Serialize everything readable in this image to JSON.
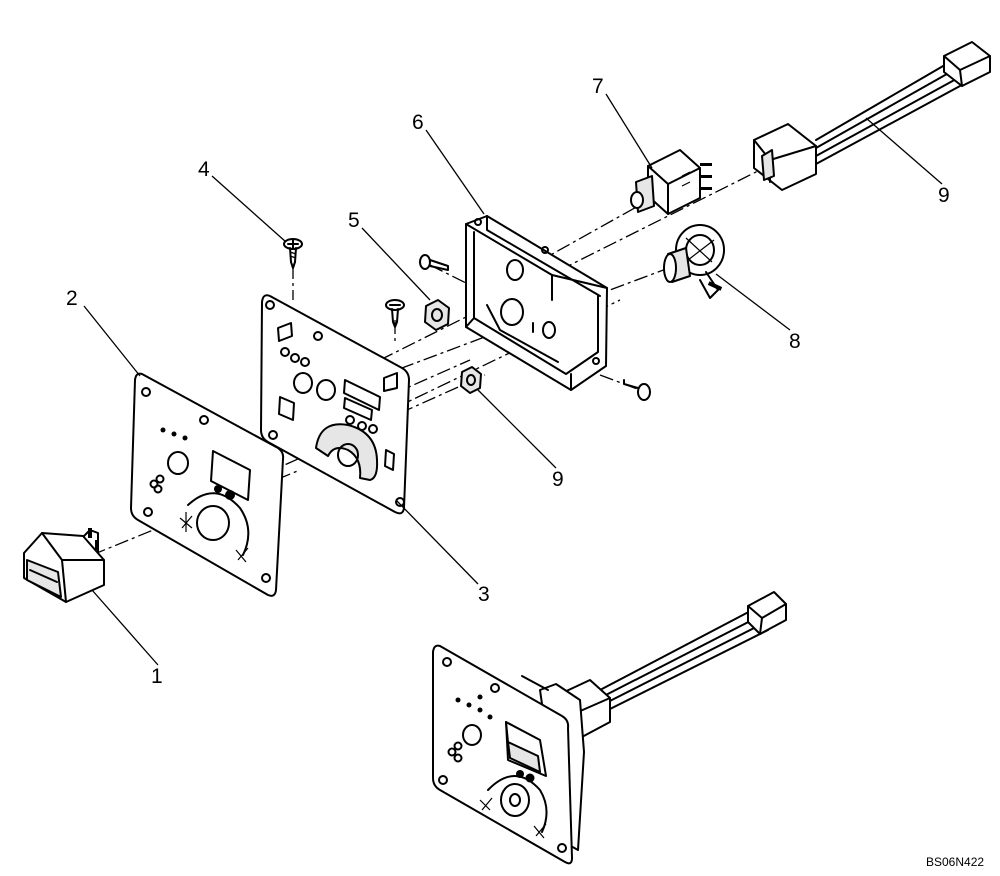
{
  "diagram": {
    "drawing_code": "BS06N422",
    "callouts": [
      {
        "id": "1",
        "text": "1"
      },
      {
        "id": "2",
        "text": "2"
      },
      {
        "id": "3",
        "text": "3"
      },
      {
        "id": "4",
        "text": "4"
      },
      {
        "id": "5",
        "text": "5"
      },
      {
        "id": "6",
        "text": "6"
      },
      {
        "id": "7",
        "text": "7"
      },
      {
        "id": "8",
        "text": "8"
      },
      {
        "id": "9a",
        "text": "9"
      },
      {
        "id": "9b",
        "text": "9"
      }
    ]
  }
}
